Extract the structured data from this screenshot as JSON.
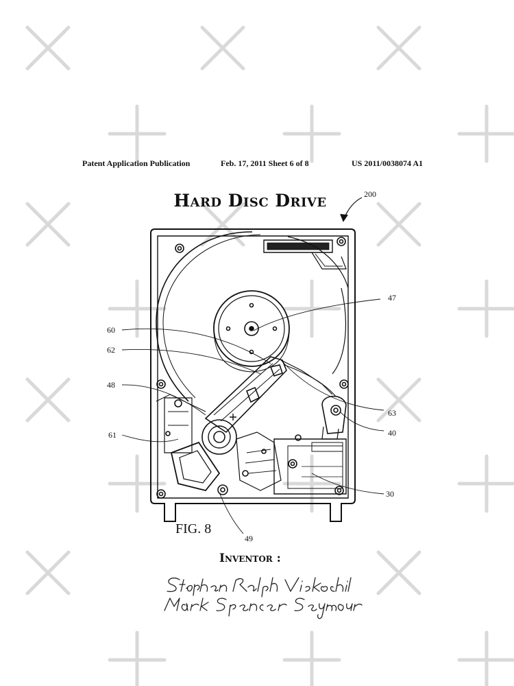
{
  "header": {
    "left": "Patent Application Publication",
    "date_sheet": "Feb. 17, 2011   Sheet 6 of 8",
    "number": "US 2011/0038074 A1"
  },
  "title": "Hard Disc Drive",
  "figure_label": "FIG. 8",
  "refs": {
    "r200": "200",
    "r47": "47",
    "r60": "60",
    "r62": "62",
    "r48": "48",
    "r61": "61",
    "r63": "63",
    "r40": "40",
    "r30": "30",
    "r49": "49"
  },
  "inventor_heading": "Inventor :",
  "inventors": [
    "Stephen Ralph Viskochil",
    "Mark Spencer Seymour"
  ]
}
